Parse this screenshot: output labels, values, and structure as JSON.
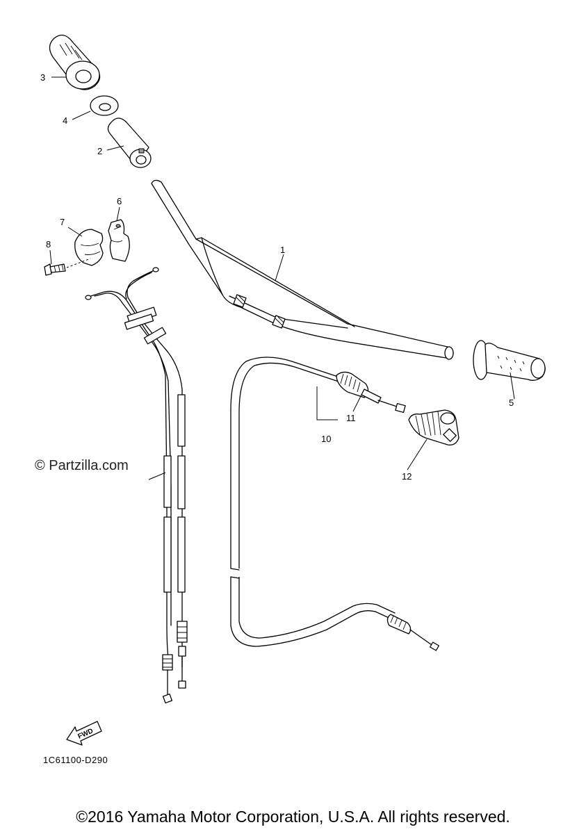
{
  "diagram": {
    "part_numbers": [
      "1",
      "2",
      "3",
      "4",
      "5",
      "6",
      "7",
      "8",
      "10",
      "11",
      "12"
    ],
    "drawing_code": "1C61100-D290",
    "fwd_label": "FWD",
    "watermark": "© Partzilla.com"
  },
  "footer": {
    "copyright": "©2016 Yamaha Motor Corporation, U.S.A. All rights reserved."
  }
}
